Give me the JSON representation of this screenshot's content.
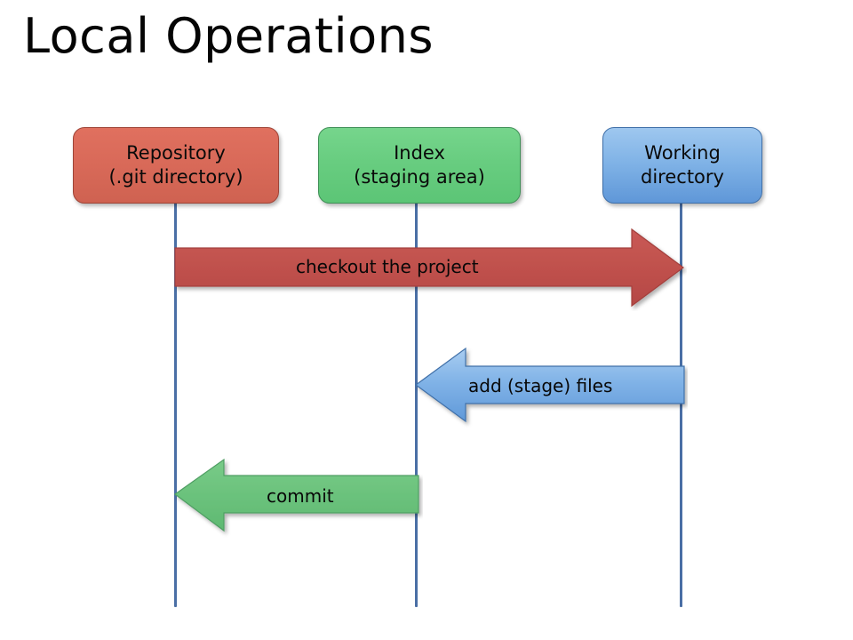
{
  "page": {
    "title": "Local Operations",
    "background_color": "#ffffff"
  },
  "colors": {
    "repository_fill": "#d96a59",
    "repository_border": "#9e4437",
    "index_fill": "#68cd80",
    "index_border": "#3f8f56",
    "working_fill": "#7fb2e6",
    "working_border": "#3f6fa8",
    "lifeline": "#4A6FA5",
    "checkout_arrow": "#c0514d",
    "checkout_arrow_border": "#a33f3c",
    "add_arrow": "#7fb2e6",
    "add_arrow_border": "#3f6fa8",
    "commit_arrow": "#6cc27e",
    "commit_arrow_border": "#4f9e63",
    "text": "#080808"
  },
  "nodes": [
    {
      "id": "repository",
      "line1": "Repository",
      "line2": "(.git directory)"
    },
    {
      "id": "index",
      "line1": "Index",
      "line2": "(staging area)"
    },
    {
      "id": "working",
      "line1": "Working",
      "line2": "directory"
    }
  ],
  "arrows": [
    {
      "id": "checkout",
      "label": "checkout the project",
      "from": "repository",
      "to": "working",
      "direction": "right",
      "color": "#c0514d"
    },
    {
      "id": "add",
      "label": "add (stage) files",
      "from": "working",
      "to": "index",
      "direction": "left",
      "color": "#7fb2e6"
    },
    {
      "id": "commit",
      "label": "commit",
      "from": "index",
      "to": "repository",
      "direction": "left",
      "color": "#6cc27e"
    }
  ]
}
